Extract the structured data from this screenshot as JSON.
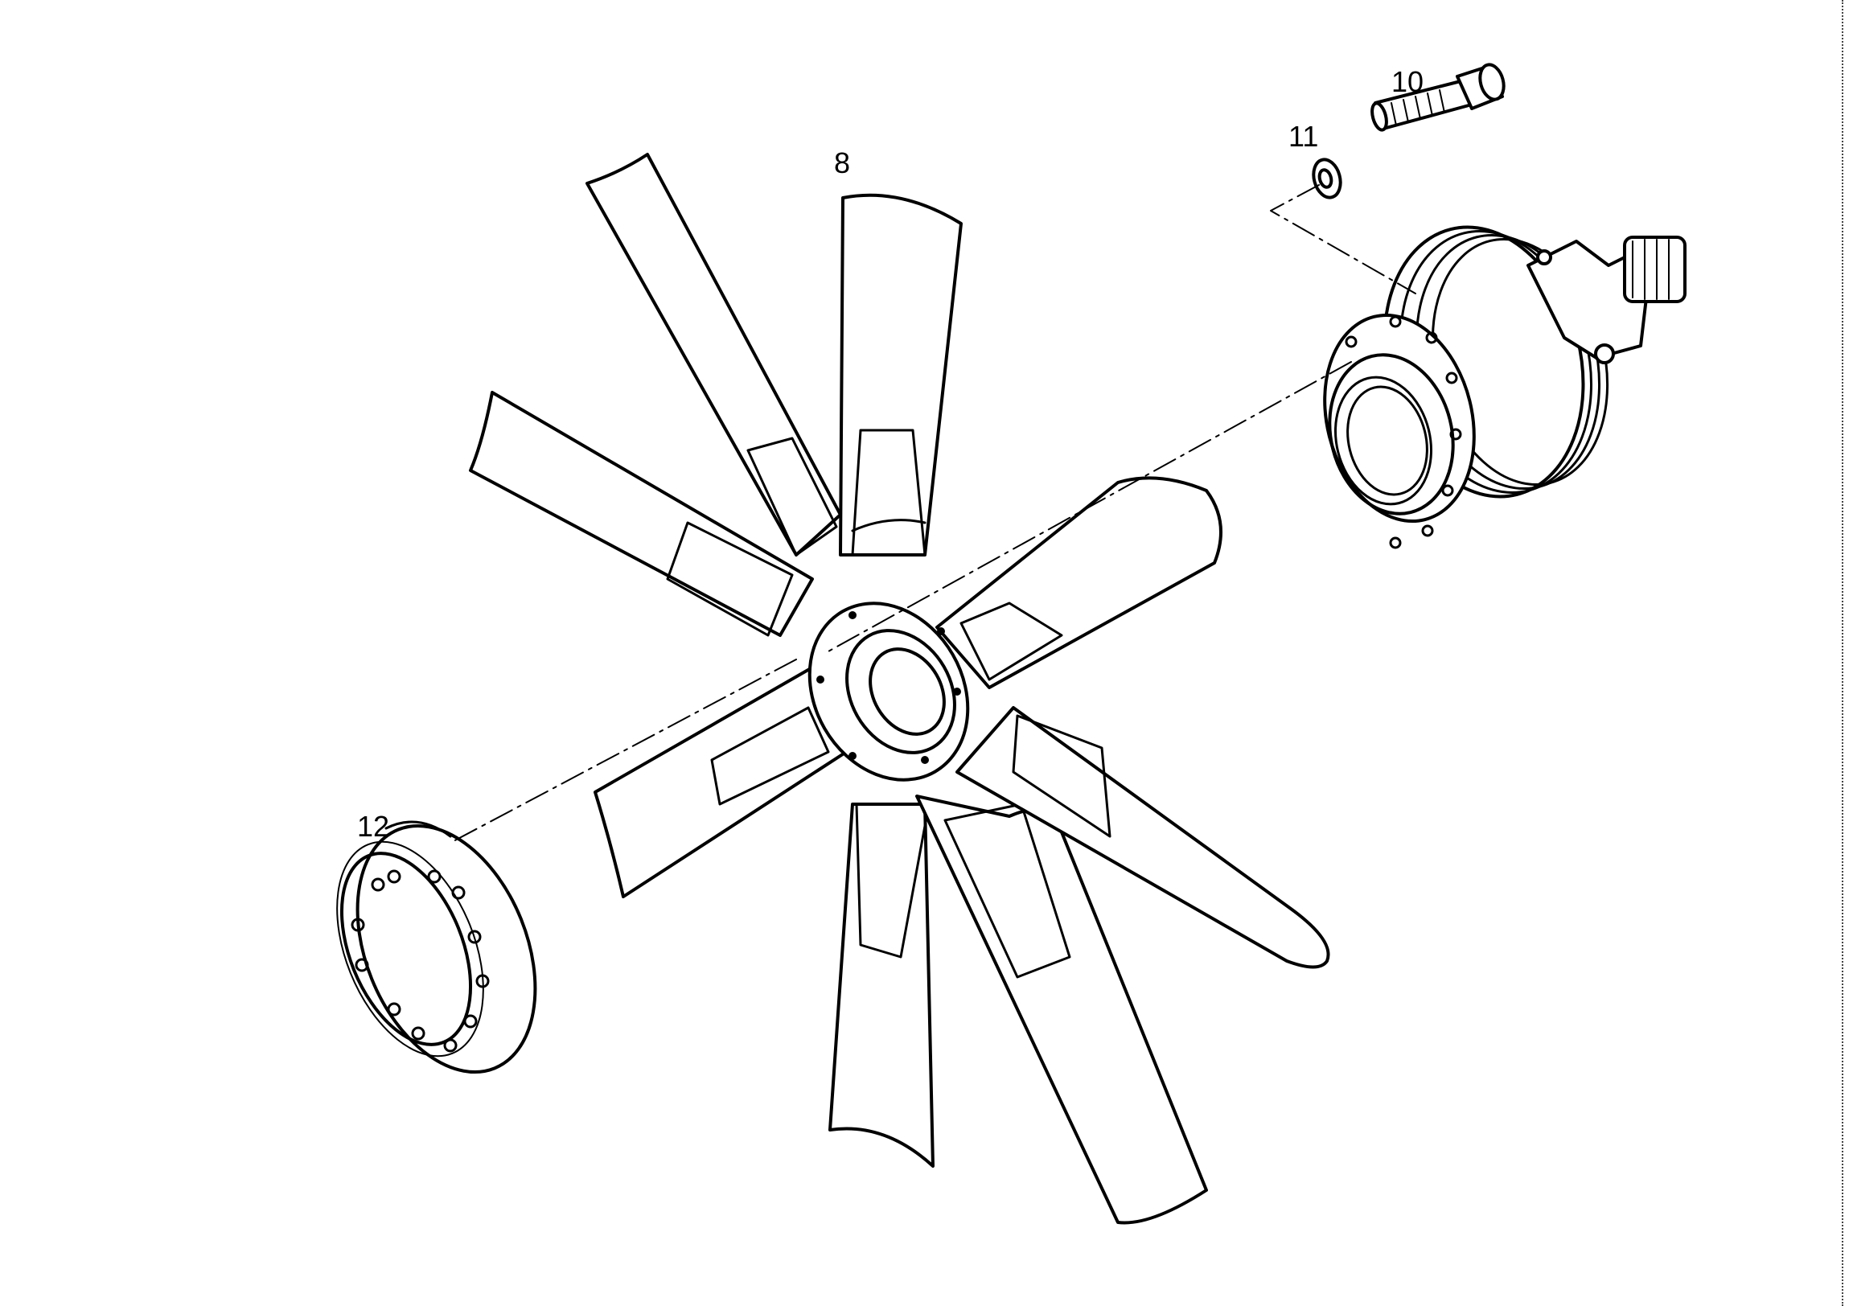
{
  "callouts": {
    "fan": "8",
    "bolt": "10",
    "washer": "11",
    "spacer_ring": "12"
  },
  "colors": {
    "line": "#000000",
    "paper": "#ffffff"
  }
}
